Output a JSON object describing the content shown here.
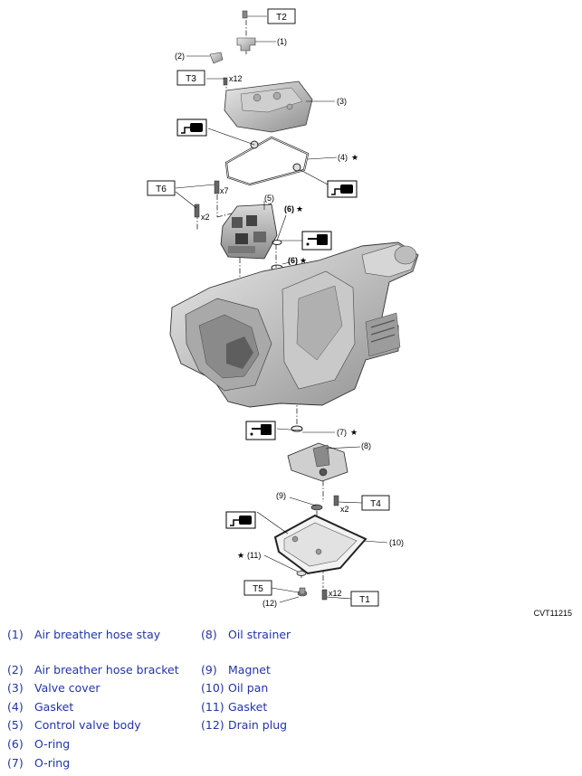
{
  "figure_code": "CVT11215",
  "callouts": {
    "t2": "T2",
    "t3": "T3",
    "t6": "T6",
    "t4": "T4",
    "t5": "T5",
    "t1": "T1",
    "x12a": "x12",
    "x7": "x7",
    "x2a": "x2",
    "x2b": "x2",
    "x12b": "x12",
    "n1": "(1)",
    "n2": "(2)",
    "n3": "(3)",
    "n4": "(4)",
    "n5": "(5)",
    "n6a": "(6)",
    "n6b": "(6)",
    "n7": "(7)",
    "n8": "(8)",
    "n9": "(9)",
    "n10": "(10)",
    "n11": "(11)",
    "n12": "(12)",
    "star": "★"
  },
  "legend": [
    {
      "num": "(1)",
      "text": "Air breather hose stay"
    },
    {
      "num": "(2)",
      "text": "Air breather hose bracket"
    },
    {
      "num": "(3)",
      "text": "Valve cover"
    },
    {
      "num": "(4)",
      "text": "Gasket"
    },
    {
      "num": "(5)",
      "text": "Control valve body"
    },
    {
      "num": "(6)",
      "text": "O-ring"
    },
    {
      "num": "(7)",
      "text": "O-ring"
    },
    {
      "num": "(8)",
      "text": "Oil strainer"
    },
    {
      "num": "(9)",
      "text": "Magnet"
    },
    {
      "num": "(10)",
      "text": "Oil pan"
    },
    {
      "num": "(11)",
      "text": "Gasket"
    },
    {
      "num": "(12)",
      "text": "Drain plug"
    }
  ]
}
